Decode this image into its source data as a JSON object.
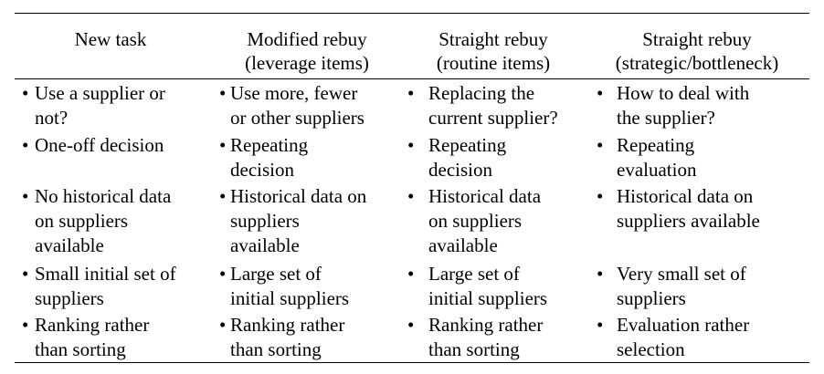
{
  "columns": [
    {
      "header": [
        "New task"
      ],
      "bullet": "•",
      "items": [
        [
          "Use a supplier or",
          "not?"
        ],
        [
          "One-off decision"
        ],
        [
          "No historical data",
          "on suppliers",
          "available"
        ],
        [
          "Small initial set of",
          "suppliers"
        ],
        [
          "Ranking rather",
          "than sorting"
        ]
      ]
    },
    {
      "header": [
        "Modified rebuy",
        "(leverage items)"
      ],
      "bullet": "•",
      "items": [
        [
          "Use more, fewer",
          "or other suppliers"
        ],
        [
          "Repeating",
          "decision"
        ],
        [
          "Historical data on",
          "suppliers",
          "available"
        ],
        [
          "Large set of",
          "initial suppliers"
        ],
        [
          "Ranking rather",
          "than sorting"
        ]
      ]
    },
    {
      "header": [
        "Straight rebuy",
        "(routine items)"
      ],
      "bullet": "•",
      "items": [
        [
          "Replacing the",
          "current supplier?"
        ],
        [
          "Repeating",
          "decision"
        ],
        [
          "Historical data",
          "on suppliers",
          "available"
        ],
        [
          "Large set of",
          "initial suppliers"
        ],
        [
          "Ranking rather",
          "than sorting"
        ]
      ]
    },
    {
      "header": [
        "Straight rebuy",
        "(strategic/bottleneck)"
      ],
      "bullet": "•",
      "items": [
        [
          "How to deal with",
          "the supplier?"
        ],
        [
          "Repeating",
          "evaluation"
        ],
        [
          "Historical data on",
          "suppliers available"
        ],
        [
          "Very small set of",
          "suppliers"
        ],
        [
          "Evaluation rather",
          "selection"
        ]
      ]
    }
  ]
}
